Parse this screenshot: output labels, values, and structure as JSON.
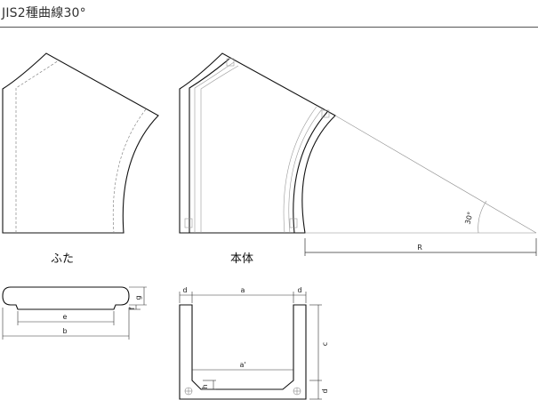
{
  "title": "JIS2種曲線30°",
  "views": {
    "lid_label": "ふた",
    "body_label": "本体"
  },
  "dimensions": {
    "radius": "R",
    "angle": "30°",
    "lid": {
      "g": "g",
      "f": "f",
      "e": "e",
      "b": "b"
    },
    "section": {
      "d_left": "d",
      "a": "a",
      "d_right": "d",
      "c": "c",
      "a_prime": "a'",
      "h": "h",
      "d_bottom": "d"
    }
  }
}
